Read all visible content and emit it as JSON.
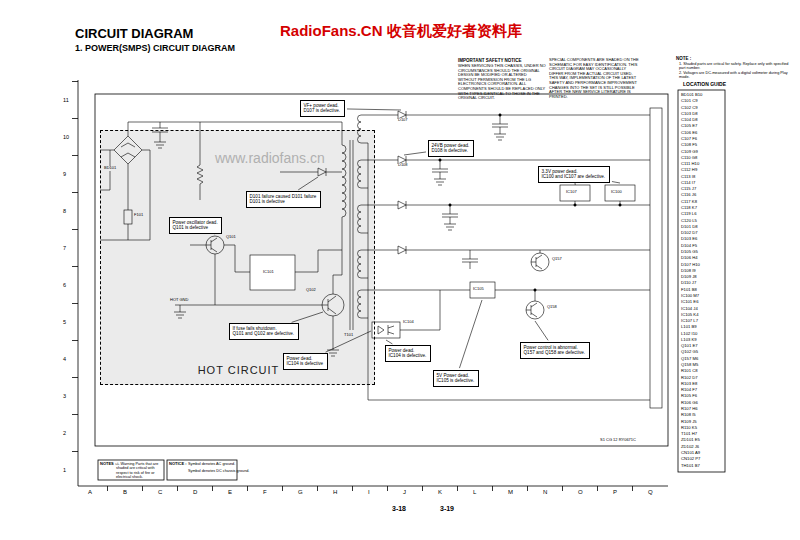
{
  "diagram": {
    "title": "CIRCUIT DIAGRAM",
    "nodes": [
      {
        "text": [
          "VF+ power dead.",
          "D107 is defective."
        ]
      },
      {
        "text": [
          "24VB power dead.",
          "D108 is defective."
        ]
      },
      {
        "text": [
          "3.3V power dead.",
          "IC100 and IC107 are defective."
        ]
      },
      {
        "text": [
          "HOT CIRCUIT"
        ]
      },
      {
        "text": [
          "D101 failure caused D101 failure",
          "D101 is defective"
        ],
        "in": 3
      },
      {
        "text": [
          "Power oscillator dead.",
          "Q101 is defective"
        ],
        "in": 3
      },
      {
        "text": [
          "If fuse fails shutdown.",
          "Q101 and Q102 are defective."
        ],
        "in": 3
      },
      {
        "text": [
          "Power dead.",
          "IC104 is defective"
        ],
        "in": 3
      },
      {
        "text": [
          "Power dead.",
          "IC104 is defective."
        ]
      },
      {
        "text": [
          "Power control is abnormal.",
          "Q157 and Q158 are defective."
        ]
      },
      {
        "text": [
          "5V Power dead.",
          "IC105 is defective."
        ]
      }
    ],
    "labels": [
      "1. POWER(SMPS) CIRCUIT DIAGRAM",
      "RadioFans.CN 收音机爱好者资料库",
      "www.radiofans.cn",
      "IMPORTANT SAFETY NOTICE",
      "WHEN SERVICING THIS CHASSIS, UNDER NO CIRCUMSTANCES SHOULD THE ORIGINAL DESIGN BE MODIFIED OR ALTERED WITHOUT PERMISSION FROM THE LG ELECTRONICS CORPORATION. ALL COMPONENTS SHOULD BE REPLACED ONLY WITH TYPES IDENTICAL TO THOSE IN THE ORIGINAL CIRCUIT.",
      "SPECIAL COMPONENTS ARE SHADED ON THE SCHEMATIC FOR EASY IDENTIFICATION. THIS CIRCUIT DIAGRAM MAY OCCASIONALLY DIFFER FROM THE ACTUAL CIRCUIT USED. THIS WAY, IMPLEMENTATION OF THE LATEST SAFETY AND PERFORMANCE IMPROVEMENT CHANGES INTO THE SET IS STILL POSSIBLE AFTER THE NEW SERVICE LITERATURE IS PRINTED.",
      "NOTE :",
      "1. Shaded parts are critical for safety. Replace only with specified part number.",
      "2. Voltages are DC-measured with a digital voltmeter during Play mode.",
      "LOCATION GUIDE",
      "HOT GND",
      "3-18",
      "3-19",
      "S1 CG 12 RY0671C",
      "NOTES :",
      "⚠ Warning Parts that are shaded are critical with respect to risk of fire or electrical shock.",
      "NOTICE :",
      "Symbol denotes AC ground.",
      "Symbol denotes DC chassis ground.",
      "BD101",
      "F101",
      "Q101",
      "IC101",
      "Q102",
      "T101",
      "D107",
      "D108",
      "IC107",
      "IC100",
      "IC104",
      "IC105",
      "Q157",
      "Q158",
      "11",
      "10",
      "9",
      "8",
      "7",
      "6",
      "5",
      "4",
      "3",
      "2",
      "1",
      "A",
      "B",
      "C",
      "D",
      "E",
      "F",
      "G",
      "H",
      "I",
      "J",
      "K",
      "L",
      "M",
      "N",
      "O",
      "P",
      "Q",
      "BD101 B10",
      "C101 C9",
      "C102 C9",
      "C103 D8",
      "C104 D8",
      "C105 E7",
      "C106 E6",
      "C107 F6",
      "C108 F5",
      "C109 G9",
      "C110 G8",
      "C111 H10",
      "C112 H9",
      "C113 I8",
      "C114 I7",
      "C115 J7",
      "C116 J6",
      "C117 K8",
      "C118 K7",
      "C119 L6",
      "C120 L5",
      "D101 D8",
      "D102 D7",
      "D103 E6",
      "D104 F5",
      "D105 G5",
      "D106 H4",
      "D107 H10",
      "D108 I9",
      "D109 J8",
      "D110 J7",
      "F101 B8",
      "IC100 M7",
      "IC101 E6",
      "IC104 J4",
      "IC105 K4",
      "IC107 L7",
      "L101 B9",
      "L102 I10",
      "L103 K9",
      "Q101 E7",
      "Q102 G5",
      "Q157 M6",
      "Q158 M5",
      "R101 C8",
      "R102 D7",
      "R103 E8",
      "R104 F7",
      "R105 F6",
      "R106 G6",
      "R107 H6",
      "R108 I5",
      "R109 J5",
      "R110 K5",
      "T101 H7",
      "ZD101 E5",
      "ZD102 J6",
      "CN101 A9",
      "CN102 P7",
      "TH101 B7"
    ]
  }
}
